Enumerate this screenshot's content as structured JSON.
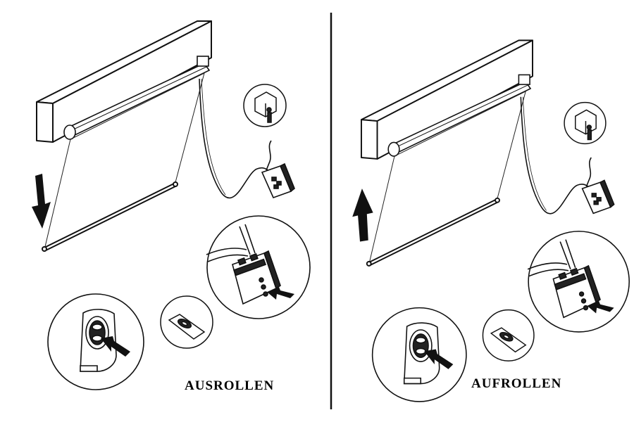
{
  "panels": [
    {
      "caption": "AUSROLLEN",
      "direction": "down"
    },
    {
      "caption": "AUFROLLEN",
      "direction": "up"
    }
  ],
  "colors": {
    "ink": "#111111",
    "paper": "#ffffff"
  },
  "icons": [
    "arrow-down-icon",
    "arrow-up-icon",
    "wall-socket-icon",
    "control-box-icon",
    "remote-control-icon",
    "press-pointer-icon"
  ]
}
